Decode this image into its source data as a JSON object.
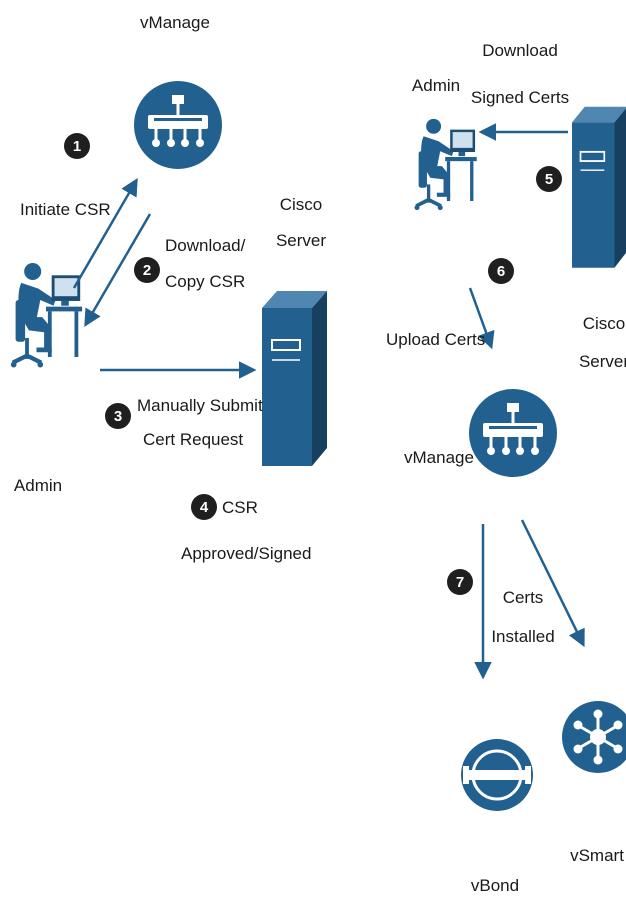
{
  "colors": {
    "primary": "#22608f",
    "badge": "#1f1f1f",
    "text": "#1a1a1a",
    "background": "#ffffff"
  },
  "left": {
    "vmanage_label": "vManage",
    "server_label_1": "Cisco",
    "server_label_2": "Server",
    "admin_label": "Admin",
    "steps": [
      {
        "badge": "1",
        "line1": "Initiate CSR"
      },
      {
        "badge": "2",
        "line1": "Download/",
        "line2": "Copy CSR"
      },
      {
        "badge": "3",
        "line1": "Manually Submit",
        "line2": "Cert Request"
      },
      {
        "badge": "4",
        "line1": "CSR",
        "line2": "Approved/Signed"
      }
    ]
  },
  "right": {
    "admin_label": "Admin",
    "server_label_1": "Cisco",
    "server_label_2": "Server",
    "vmanage_label": "vManage",
    "vbond_label": "vBond",
    "vsmart_label": "vSmart",
    "steps": [
      {
        "badge": "5",
        "line1": "Download",
        "line2": "Signed Certs"
      },
      {
        "badge": "6",
        "line1": "Upload Certs"
      },
      {
        "badge": "7",
        "line1": "Certs",
        "line2": "Installed"
      }
    ]
  },
  "icons": {
    "vmanage": "vmanage-router-icon",
    "server": "server-tower-icon",
    "admin": "admin-workstation-icon",
    "vbond": "vbond-orchestrator-icon",
    "vsmart": "vsmart-controller-icon"
  }
}
